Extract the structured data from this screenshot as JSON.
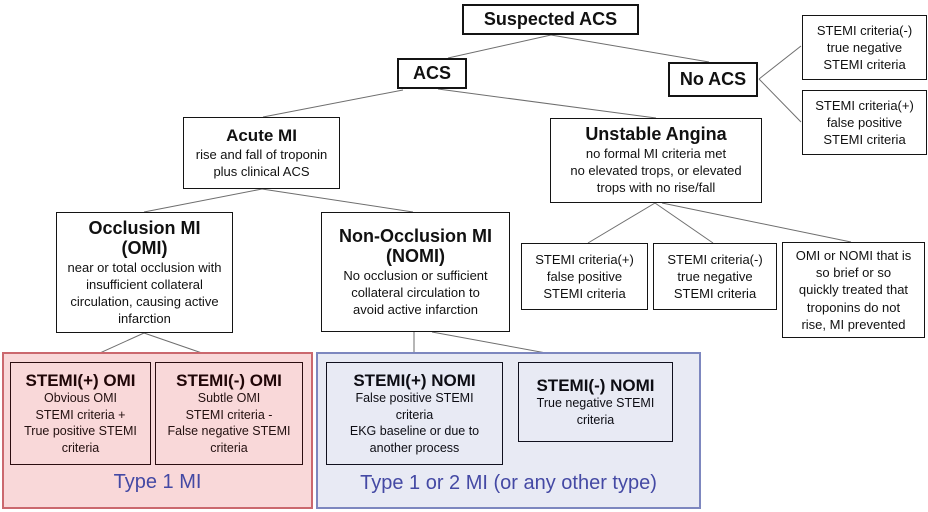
{
  "nodes": {
    "suspected_acs": {
      "title": "Suspected ACS"
    },
    "acs": {
      "title": "ACS"
    },
    "no_acs": {
      "title": "No ACS"
    },
    "no_acs_neg": {
      "body": "STEMI criteria(-)\ntrue negative\nSTEMI criteria"
    },
    "no_acs_pos": {
      "body": "STEMI criteria(+)\nfalse positive\nSTEMI criteria"
    },
    "acute_mi": {
      "title": "Acute MI",
      "body": "rise and fall of troponin\nplus clinical ACS"
    },
    "unstable_angina": {
      "title": "Unstable Angina",
      "body": "no formal MI criteria met\nno elevated trops, or elevated\ntrops with no rise/fall"
    },
    "omi": {
      "title": "Occlusion MI\n(OMI)",
      "body": "near or total occlusion with\ninsufficient collateral\ncirculation, causing active\ninfarction"
    },
    "nomi": {
      "title": "Non-Occlusion MI\n(NOMI)",
      "body": "No occlusion or sufficient\ncollateral circulation to\navoid active infarction"
    },
    "ua_stemi_pos": {
      "body": "STEMI criteria(+)\nfalse positive\nSTEMI criteria"
    },
    "ua_stemi_neg": {
      "body": "STEMI criteria(-)\ntrue negative\nSTEMI criteria"
    },
    "ua_prevented": {
      "body": "OMI or NOMI that is\nso brief or so\nquickly treated that\ntroponins do not\nrise, MI prevented"
    },
    "stemi_pos_omi": {
      "title": "STEMI(+) OMI",
      "body": "Obvious OMI\nSTEMI criteria +\nTrue positive STEMI\ncriteria"
    },
    "stemi_neg_omi": {
      "title": "STEMI(-) OMI",
      "body": "Subtle OMI\nSTEMI criteria -\nFalse negative STEMI\ncriteria"
    },
    "stemi_pos_nomi": {
      "title": "STEMI(+) NOMI",
      "body": "False positive STEMI\ncriteria\nEKG baseline or due to\nanother process"
    },
    "stemi_neg_nomi": {
      "title": "STEMI(-) NOMI",
      "body": "True negative STEMI\ncriteria"
    }
  },
  "groups": {
    "type1": {
      "label": "Type 1 MI"
    },
    "type1or2": {
      "label": "Type 1 or 2 MI (or any other type)"
    }
  },
  "colors": {
    "pink_bg": "#f9d8d9",
    "pink_border": "#cb686e",
    "blue_bg": "#e8eaf4",
    "blue_border": "#7d87bf",
    "type_label": "#4449a4",
    "line": "#6e6e6e"
  }
}
